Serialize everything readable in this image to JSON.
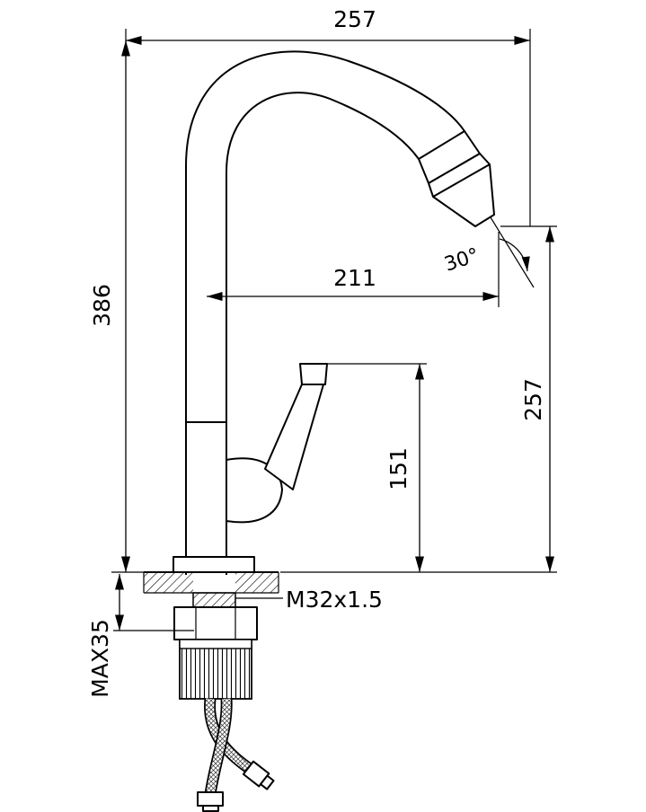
{
  "drawing": {
    "type": "technical-dimension-drawing",
    "subject": "kitchen-faucet-with-flexible-spout",
    "dimensions": {
      "top_width": "257",
      "total_height": "386",
      "spout_reach": "211",
      "spout_angle": "30°",
      "outlet_height": "257",
      "handle_height": "151",
      "thread_spec": "M32x1.5",
      "max_mount_thickness": "MAX35"
    },
    "colors": {
      "line": "#000000",
      "background": "#ffffff"
    }
  }
}
